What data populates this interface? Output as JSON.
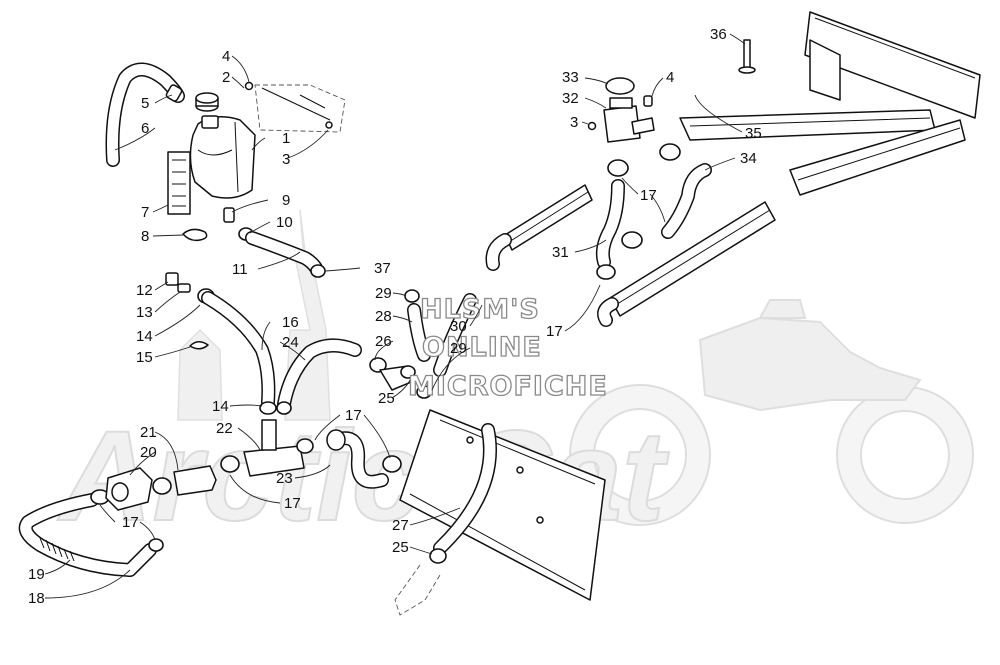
{
  "watermark": {
    "line1": "HLSM'S",
    "line2": "ONLINE",
    "line3": "MICROFICHE",
    "brand": "Arctic Cat"
  },
  "callouts": [
    {
      "id": "c1",
      "text": "1"
    },
    {
      "id": "c2",
      "text": "2"
    },
    {
      "id": "c3",
      "text": "3"
    },
    {
      "id": "c4",
      "text": "4"
    },
    {
      "id": "c5",
      "text": "5"
    },
    {
      "id": "c6",
      "text": "6"
    },
    {
      "id": "c7",
      "text": "7"
    },
    {
      "id": "c8",
      "text": "8"
    },
    {
      "id": "c9",
      "text": "9"
    },
    {
      "id": "c10",
      "text": "10"
    },
    {
      "id": "c11",
      "text": "11"
    },
    {
      "id": "c12",
      "text": "12"
    },
    {
      "id": "c13",
      "text": "13"
    },
    {
      "id": "c14a",
      "text": "14"
    },
    {
      "id": "c15",
      "text": "15"
    },
    {
      "id": "c16",
      "text": "16"
    },
    {
      "id": "c24",
      "text": "24"
    },
    {
      "id": "c14b",
      "text": "14"
    },
    {
      "id": "c21",
      "text": "21"
    },
    {
      "id": "c20",
      "text": "20"
    },
    {
      "id": "c22",
      "text": "22"
    },
    {
      "id": "c17a",
      "text": "17"
    },
    {
      "id": "c17b",
      "text": "17"
    },
    {
      "id": "c17c",
      "text": "17"
    },
    {
      "id": "c23",
      "text": "23"
    },
    {
      "id": "c19",
      "text": "19"
    },
    {
      "id": "c18",
      "text": "18"
    },
    {
      "id": "c37",
      "text": "37"
    },
    {
      "id": "c29a",
      "text": "29"
    },
    {
      "id": "c28",
      "text": "28"
    },
    {
      "id": "c26",
      "text": "26"
    },
    {
      "id": "c30",
      "text": "30"
    },
    {
      "id": "c29b",
      "text": "29"
    },
    {
      "id": "c25a",
      "text": "25"
    },
    {
      "id": "c27",
      "text": "27"
    },
    {
      "id": "c25b",
      "text": "25"
    },
    {
      "id": "c36",
      "text": "36"
    },
    {
      "id": "c33",
      "text": "33"
    },
    {
      "id": "c4b",
      "text": "4"
    },
    {
      "id": "c32",
      "text": "32"
    },
    {
      "id": "c3b",
      "text": "3"
    },
    {
      "id": "c35",
      "text": "35"
    },
    {
      "id": "c34",
      "text": "34"
    },
    {
      "id": "c17d",
      "text": "17"
    },
    {
      "id": "c31",
      "text": "31"
    },
    {
      "id": "c17e",
      "text": "17"
    }
  ]
}
